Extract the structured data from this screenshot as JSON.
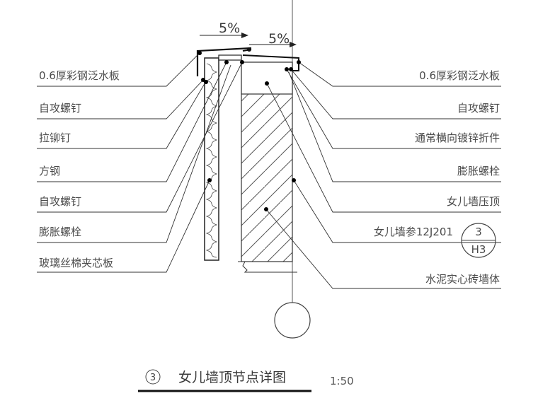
{
  "slopes": {
    "left": "5%",
    "right": "5%"
  },
  "left_labels": [
    "0.6厚彩钢泛水板",
    "自攻螺钉",
    "拉铆钉",
    "方钢",
    "自攻螺钉",
    "膨胀螺栓",
    "玻璃丝棉夹芯板"
  ],
  "right_labels": [
    "0.6厚彩钢泛水板",
    "自攻螺钉",
    "通常横向镀锌折件",
    "膨胀螺栓",
    "女儿墙压顶",
    "女儿墙参12J201",
    "水泥实心砖墙体"
  ],
  "ref_symbol": {
    "top": "3",
    "bottom": "H3"
  },
  "title": {
    "index": "3",
    "text": "女儿墙顶节点详图",
    "scale": "1:50"
  }
}
